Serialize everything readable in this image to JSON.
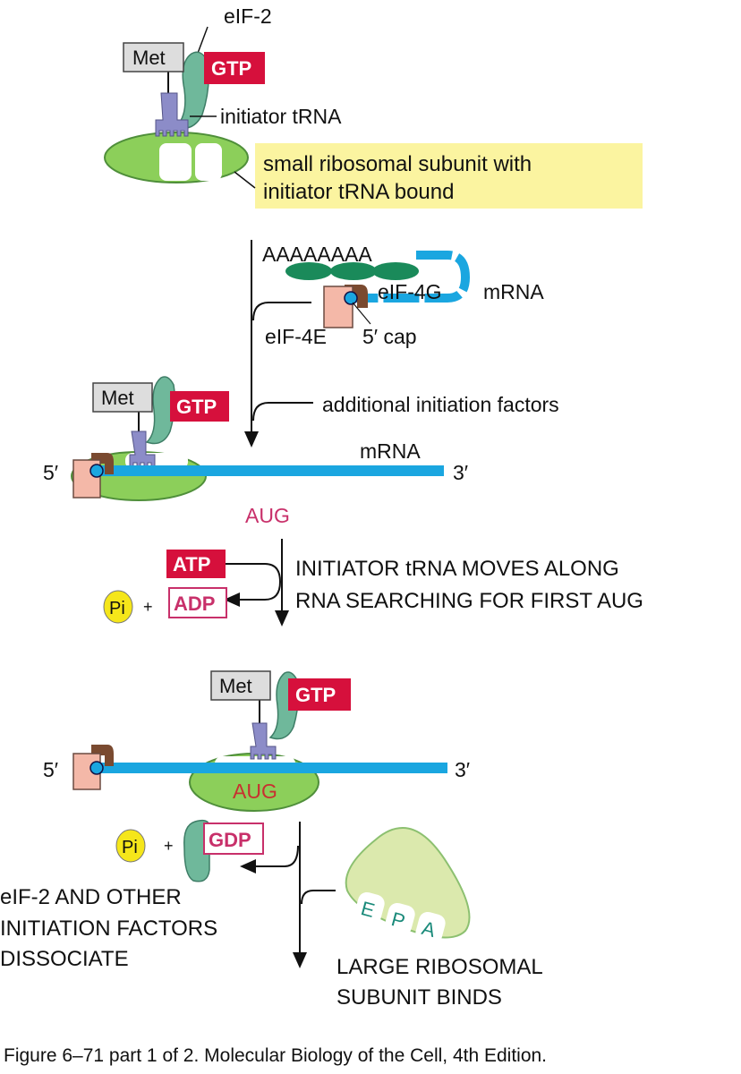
{
  "labels": {
    "eif2": "eIF-2",
    "met": "Met",
    "gtp": "GTP",
    "initiator_trna": "initiator tRNA",
    "small_subunit_line1": "small ribosomal subunit with",
    "small_subunit_line2": "initiator tRNA bound",
    "polya": "AAAAAAAA",
    "eif4g": "eIF-4G",
    "mrna": "mRNA",
    "eif4e": "eIF-4E",
    "cap5": "5′ cap",
    "additional_factors": "additional initiation factors",
    "five_prime": "5′",
    "three_prime": "3′",
    "aug": "AUG",
    "atp": "ATP",
    "adp": "ADP",
    "gdp": "GDP",
    "pi": "Pi",
    "plus": "+",
    "scan_line1": "INITIATOR tRNA MOVES ALONG",
    "scan_line2": "RNA SEARCHING FOR FIRST AUG",
    "dissociate_line1": "eIF-2 AND OTHER",
    "dissociate_line2": "INITIATION FACTORS",
    "dissociate_line3": "DISSOCIATE",
    "large_line1": "LARGE RIBOSOMAL",
    "large_line2": "SUBUNIT BINDS",
    "site_e": "E",
    "site_p": "P",
    "site_a": "A"
  },
  "caption": "Figure 6–71 part 1 of 2. Molecular Biology of the Cell, 4th Edition.",
  "colors": {
    "gtp_red": "#d6103c",
    "mrna_blue": "#1aa6e0",
    "ribosome_green": "#8ccf5a",
    "eif2_teal": "#6fb89b",
    "trna_purple": "#8c8cc8",
    "aug_magenta": "#c8306a",
    "highlight_yellow": "#fbf4a0"
  }
}
